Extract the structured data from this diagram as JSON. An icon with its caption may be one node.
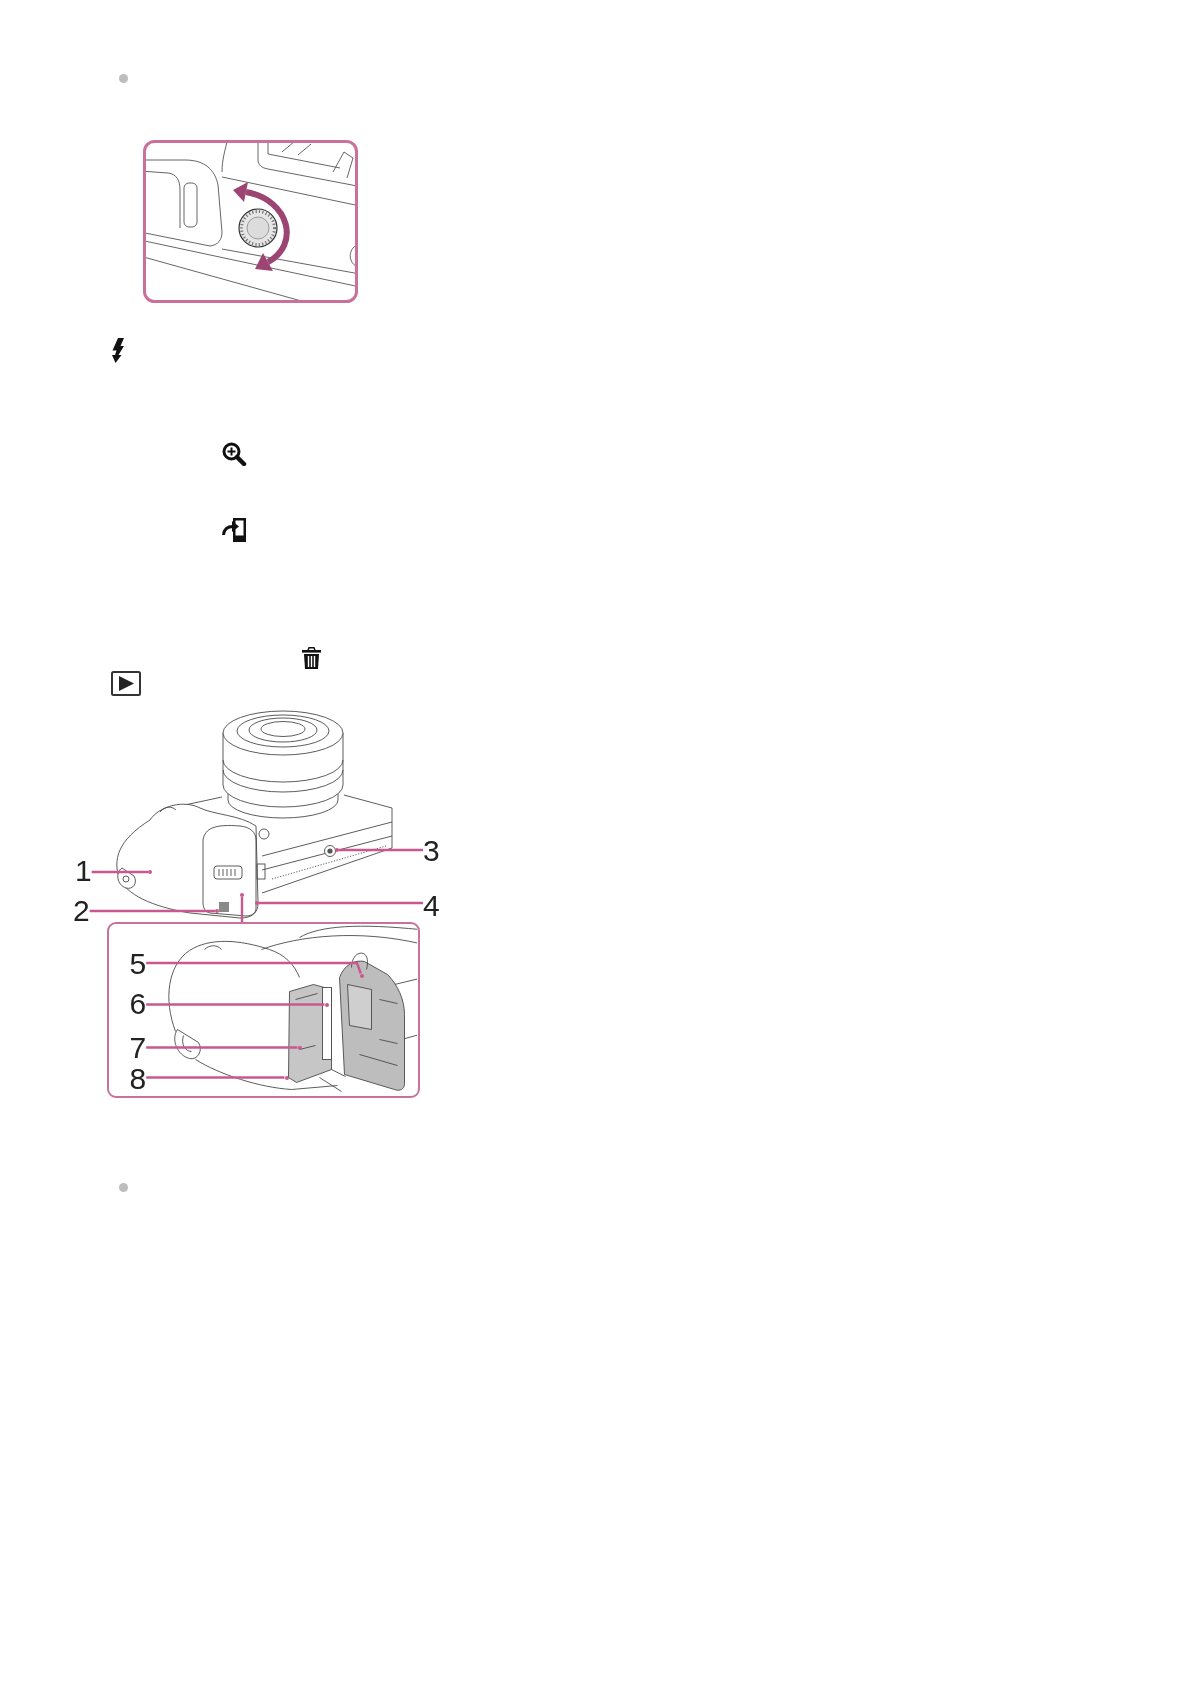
{
  "diagram": {
    "nodes": [
      {
        "text": [
          "1"
        ]
      },
      {
        "text": [
          "2"
        ]
      },
      {
        "text": [
          "3"
        ]
      },
      {
        "text": [
          "4"
        ]
      },
      {
        "text": [],
        "shape": "picture"
      },
      {
        "text": [
          "5"
        ],
        "in": 4
      },
      {
        "text": [
          "6"
        ],
        "in": 4
      },
      {
        "text": [
          "7"
        ],
        "in": 4
      },
      {
        "text": [
          "8"
        ],
        "in": 4
      },
      {
        "text": [],
        "shape": "circle"
      },
      {
        "text": [],
        "shape": "circle"
      },
      {
        "text": [],
        "shape": "circle"
      },
      {
        "text": [],
        "shape": "circle"
      },
      {
        "text": [],
        "shape": "circle",
        "in": 4
      },
      {
        "text": [],
        "shape": "circle",
        "in": 4
      },
      {
        "text": [],
        "shape": "circle",
        "in": 4
      },
      {
        "text": [],
        "shape": "circle",
        "in": 4
      },
      {
        "text": [],
        "shape": "circle"
      }
    ],
    "edges": [
      {
        "from": 0,
        "to": 9,
        "arrow": "none"
      },
      {
        "from": 1,
        "to": 10,
        "arrow": "none"
      },
      {
        "from": 2,
        "to": 11,
        "arrow": "none"
      },
      {
        "from": 3,
        "to": 12,
        "arrow": "none"
      },
      {
        "from": 5,
        "to": 13,
        "arrow": "none"
      },
      {
        "from": 6,
        "to": 14,
        "arrow": "none"
      },
      {
        "from": 7,
        "to": 15,
        "arrow": "none"
      },
      {
        "from": 8,
        "to": 16,
        "arrow": "none"
      },
      {
        "from": 4,
        "to": 17,
        "arrow": "none"
      }
    ]
  }
}
